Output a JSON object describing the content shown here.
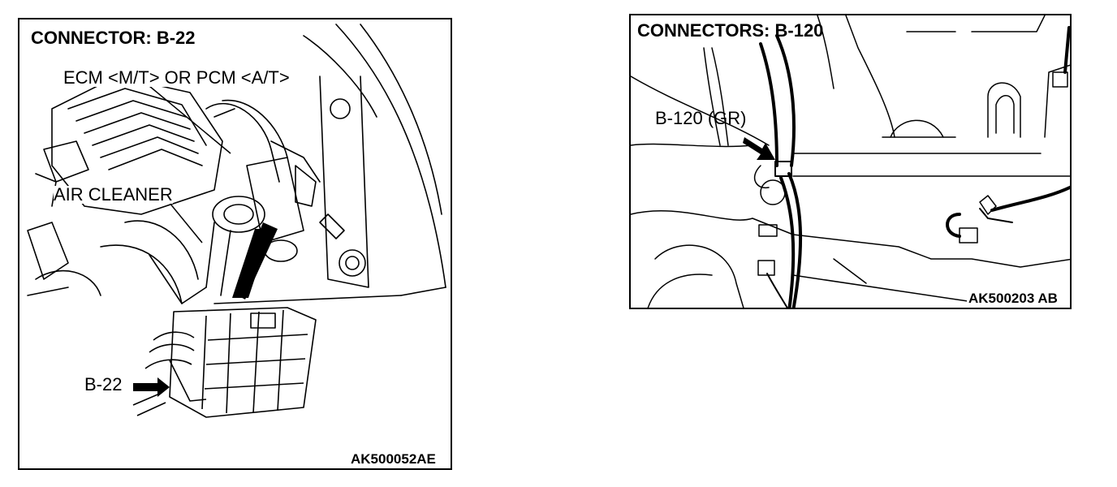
{
  "left_panel": {
    "title": "CONNECTOR: B-22",
    "ecm_label": "ECM <M/T> OR PCM <A/T>",
    "air_cleaner_label": "AIR CLEANER",
    "connector_label": "B-22",
    "figure_code": "AK500052AE"
  },
  "right_panel": {
    "title": "CONNECTORS: B-120",
    "connector_label": "B-120 (GR)",
    "figure_code": "AK500203 AB"
  }
}
